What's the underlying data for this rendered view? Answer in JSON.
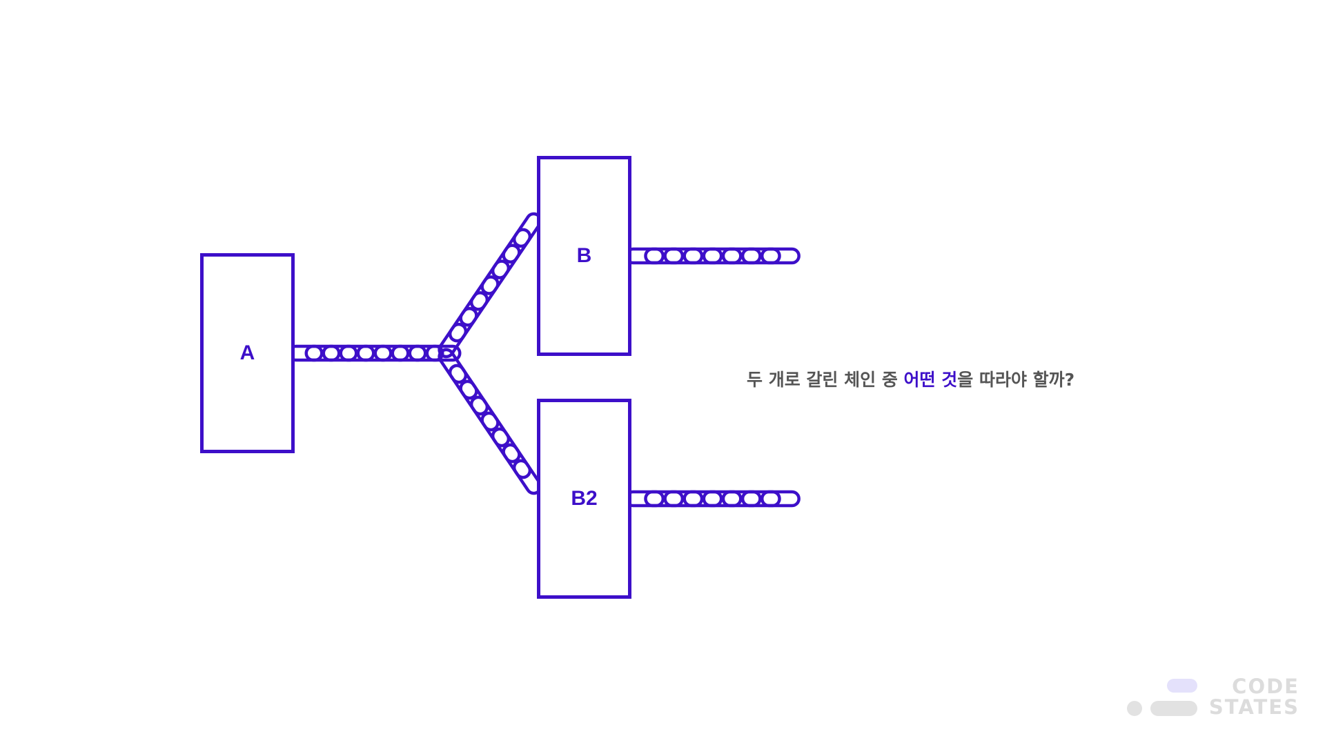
{
  "diagram": {
    "accent_color": "#3d0fc9",
    "blocks": {
      "a": "A",
      "b": "B",
      "b2": "B2"
    },
    "question": {
      "before": "두 개로 갈린 체인 중 ",
      "highlight": "어떤 것",
      "after": "을 따라야 할까?"
    }
  },
  "logo": {
    "line1": "CODE",
    "line2": "STATES"
  }
}
